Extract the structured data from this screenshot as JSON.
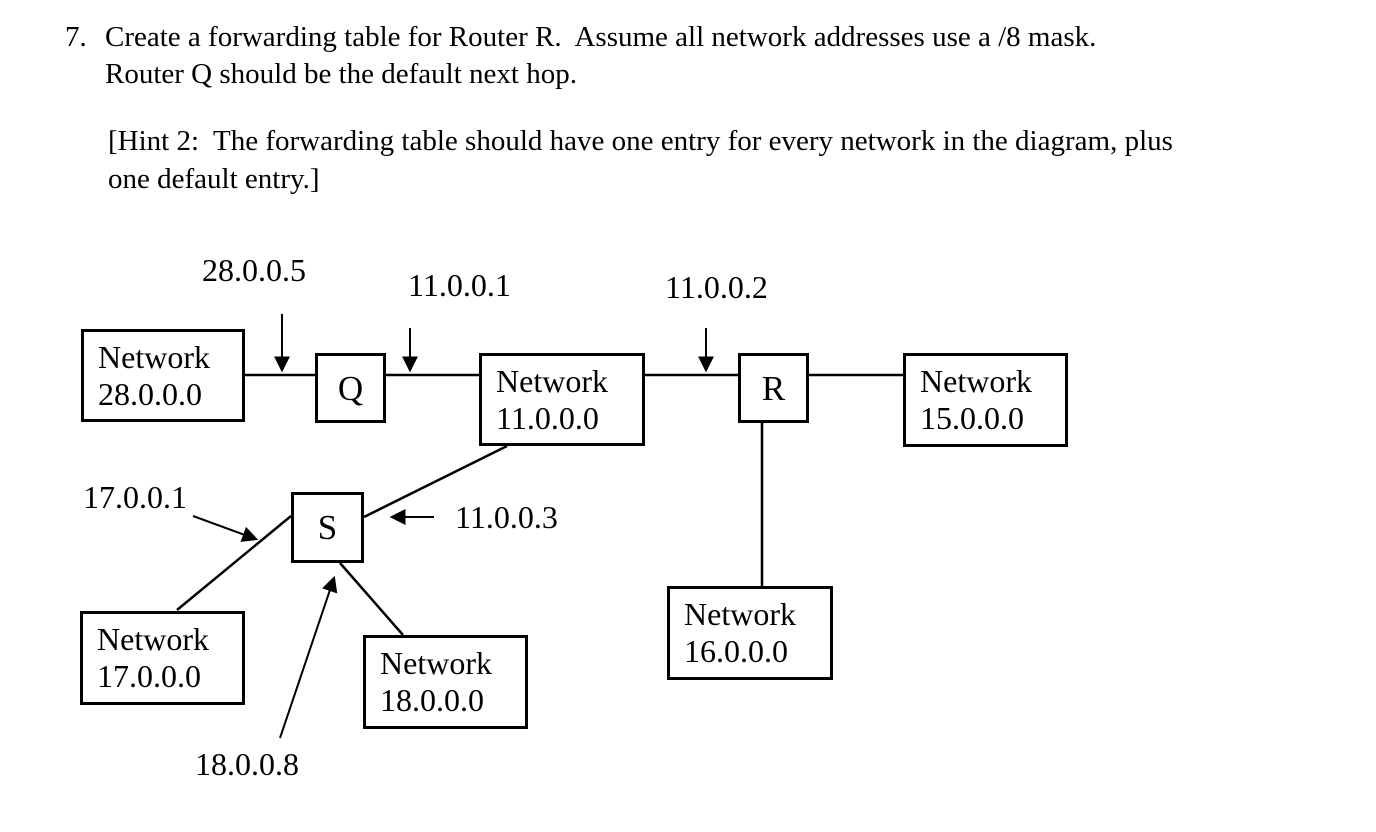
{
  "question": {
    "number": "7.",
    "line1": "Create a forwarding table for Router R.  Assume all network addresses use a /8 mask.",
    "line2": "Router Q should be the default next hop.",
    "hint_line1": "[Hint 2:  The forwarding table should have one entry for every network in the diagram, plus",
    "hint_line2": "one default entry.]"
  },
  "diagram": {
    "routers": {
      "q": "Q",
      "r": "R",
      "s": "S"
    },
    "networks": {
      "net28": {
        "title": "Network",
        "address": "28.0.0.0"
      },
      "net11": {
        "title": "Network",
        "address": "11.0.0.0"
      },
      "net15": {
        "title": "Network",
        "address": "15.0.0.0"
      },
      "net16": {
        "title": "Network",
        "address": "16.0.0.0"
      },
      "net17": {
        "title": "Network",
        "address": "17.0.0.0"
      },
      "net18": {
        "title": "Network",
        "address": "18.0.0.0"
      }
    },
    "interface_labels": {
      "ip_28_0_0_5": "28.0.0.5",
      "ip_11_0_0_1": "11.0.0.1",
      "ip_11_0_0_2": "11.0.0.2",
      "ip_17_0_0_1": "17.0.0.1",
      "ip_11_0_0_3": "11.0.0.3",
      "ip_18_0_0_8": "18.0.0.8"
    },
    "colors": {
      "ink": "#000000",
      "background": "#ffffff"
    }
  }
}
